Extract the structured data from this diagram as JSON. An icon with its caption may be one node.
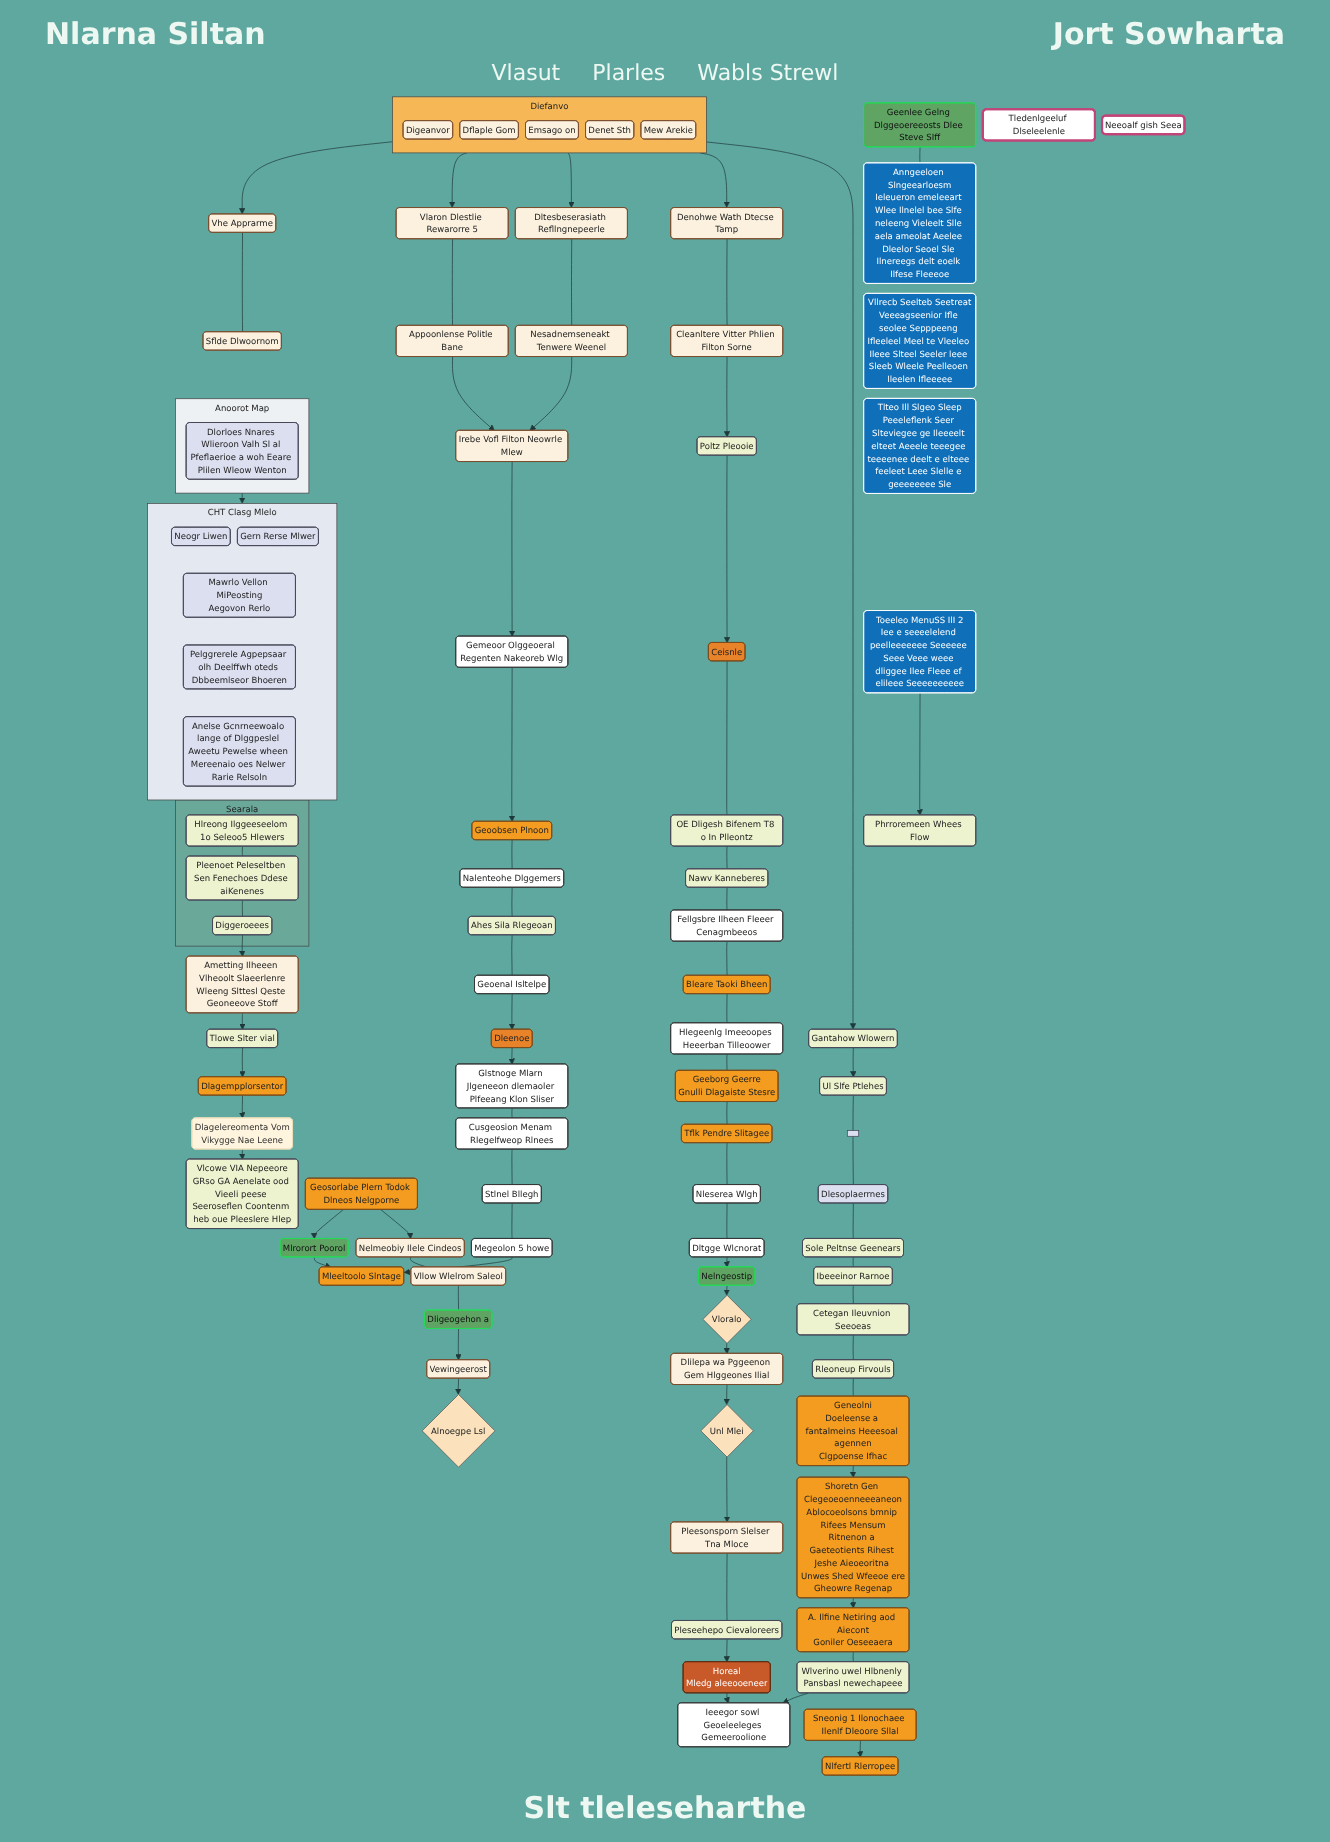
{
  "diagram": {
    "title": "Nlarna Siltan",
    "caption": "Slt tleleseharthe",
    "nodes": [
      {
        "text": [
          "Diefanvo"
        ]
      },
      {
        "text": [
          "Digeanvor"
        ],
        "in": 0
      },
      {
        "text": [
          "Dflaple Gom"
        ],
        "in": 0
      },
      {
        "text": [
          "Emsago on"
        ],
        "in": 0
      },
      {
        "text": [
          "Denet Sth"
        ],
        "in": 0
      },
      {
        "text": [
          "Mew Arekie"
        ],
        "in": 0
      },
      {
        "text": [
          "Vhe Apprarme"
        ]
      },
      {
        "text": [
          "Sflde Dlwoornom"
        ]
      },
      {
        "text": [
          "Vlaron Dlestlie Rewarorre 5"
        ]
      },
      {
        "text": [
          "Appoonlense Politle Bane"
        ]
      },
      {
        "text": [
          "Dltesbeserasiath Refllngnepeerle"
        ]
      },
      {
        "text": [
          "Nesadnemseneakt Tenwere Weenel"
        ]
      },
      {
        "text": [
          "Denohwe Wath Dtecse Tamp"
        ]
      },
      {
        "text": [
          "Cleanltere Vitter Phlien Filton Sorne"
        ]
      },
      {
        "text": [
          "Irebe Vofl Filton Neowrle Mlew"
        ]
      },
      {
        "text": [
          "Anoorot Map"
        ]
      },
      {
        "text": [
          "Dlorloes Nnares Wlieroon Valh Sl al Pfeflaerioe a woh Eeare Plilen Wleow Wenton"
        ],
        "in": 15
      },
      {
        "text": [
          "CHT Clasg Mlelo"
        ]
      },
      {
        "text": [
          "Neogr Liwen"
        ],
        "in": 17
      },
      {
        "text": [
          "Gern Rerse Mlwer"
        ],
        "in": 17
      },
      {
        "text": [
          "Mawrlo Vellon MiPeosting",
          "Aegovon Rerlo"
        ],
        "in": 17
      },
      {
        "text": [
          "Pelggrerele Agpepsaar olh Deelffwh oteds Dbbeemlseor Bhoeren"
        ],
        "in": 17
      },
      {
        "text": [
          "Anelse Gcnrneewoalo lange of Dlggpeslel Aweetu Pewelse wheen Mereenaio oes Nelwer Rarie Relsoln"
        ],
        "in": 17
      },
      {
        "text": [
          "Gemeoor Olggeoeral Regenten Nakeoreb Wlg"
        ]
      },
      {
        "text": [
          "Geoobsen Plnoon"
        ]
      },
      {
        "text": [
          "Nalenteohe Dlggemers"
        ]
      },
      {
        "text": [
          "Ahes Sila Rlegeoan"
        ]
      },
      {
        "text": [
          "Geoenal Isltelpe"
        ]
      },
      {
        "text": [
          "Dleenoe"
        ]
      },
      {
        "text": [
          "Glstnoge Mlarn Jlgeneeon dlemaoler Plfeeang Klon Sliser"
        ]
      },
      {
        "text": [
          "Cusgeosion Menam Rlegelfweop Rlnees"
        ]
      },
      {
        "text": [
          "Stlnel Bllegh"
        ]
      },
      {
        "text": [
          "Megeolon 5 howe"
        ]
      },
      {
        "text": [
          "Mleeltoolo Slntage"
        ]
      },
      {
        "text": [
          "Mlrorort Poorol"
        ]
      },
      {
        "text": [
          "Geosorlabe Plern Todok Dlneos Nelgporne"
        ]
      },
      {
        "text": [
          "Nelmeobiy Ilele Cindeos"
        ]
      },
      {
        "text": [
          "Vllow Wlelrom Saleol"
        ]
      },
      {
        "text": [
          "Dligeogehon a"
        ]
      },
      {
        "text": [
          "Vewingeerost"
        ]
      },
      {
        "text": [
          "Alnoegpe Lsl"
        ]
      },
      {
        "text": [
          "Searala"
        ]
      },
      {
        "text": [
          "Hlreong Ilggeeseelom 1o Seleoo5 Hlewers"
        ],
        "in": 41
      },
      {
        "text": [
          "Pleenoet Peleseltben Sen Fenechoes Ddese aiKenenes"
        ],
        "in": 41
      },
      {
        "text": [
          "Diggeroeees"
        ],
        "in": 41
      },
      {
        "text": [
          "Ametting Ilheeen Vlheoolt Slaeerlenre",
          "Wleeng Slttesl Qeste Geoneeove Stoff"
        ]
      },
      {
        "text": [
          "Tlowe Slter vial"
        ]
      },
      {
        "text": [
          "Dlagempplorsentor"
        ]
      },
      {
        "text": [
          "Dlagelereomenta Vom",
          "Vikygge Nae Leene"
        ]
      },
      {
        "text": [
          "Vlcowe VIA Nepeeore",
          "GRso GA Aenelate ood Vieeli peese Seeroseflen Coontenm heb oue Pleeslere Hlep"
        ]
      },
      {
        "text": [
          "Geenlee Gelng Dlggeoereeosts Dlee Steve SIff"
        ]
      },
      {
        "text": [
          "Anngeeloen Slngeearloesm",
          "Ieleueron emeleeart Wlee Ilnelel bee Slfe neleeng Vieleelt Slle aela ameolat Aeelee Dleelor Seoel Sle Ilnereegs delt eoelk Ilfese Fleeeoe"
        ]
      },
      {
        "text": [
          "Vllrecb Seelteb Seetreat",
          "Veeeagseenior Ifle seolee Sepppeeng Ifleeleel Meel te Vleeleo Ileee Slteel Seeler leee Sleeb Wleele Peelleoen Ileelen Ifleeeee"
        ]
      },
      {
        "text": [
          "Tlteo Ill Slgeo Sleep",
          "Peeeleflenk Seer Slteviegee ge Ileeeelt elteet Aeeele teeegee teeeenee deelt e elteee feeleet Leee Slelle e geeeeeeee Sle"
        ]
      },
      {
        "text": [
          "Toeeleo MenuSS IlI 2",
          "Iee e seeeelelend peelleeeeeee Seeeeee Seee Veee weee dliggee Ilee Fleee ef elileee Seeeeeeeeee"
        ]
      },
      {
        "text": [
          "Phrroremeen Whees Flow"
        ]
      },
      {
        "text": [
          "Poltz Pleooie"
        ]
      },
      {
        "text": [
          "Ceisnle"
        ]
      },
      {
        "text": [
          "OE Dligesh Bifenem T8 o In Plleontz"
        ]
      },
      {
        "text": [
          "Nawv Kanneberes"
        ]
      },
      {
        "text": [
          "Fellgsbre Ilheen Fleeer Cenagmbeeos"
        ]
      },
      {
        "text": [
          "Bleare Taoki Bheen"
        ]
      },
      {
        "text": [
          "Hlegeenlg Imeeoopes Heeerban Tilleoower"
        ]
      },
      {
        "text": [
          "Geeborg Geerre",
          "Gnulli Dlagaiste Stesre"
        ]
      },
      {
        "text": [
          "Tflk Pendre Slitagee"
        ]
      },
      {
        "text": [
          "Nleserea Wlgh"
        ]
      },
      {
        "text": [
          "Dltgge Wlcnorat"
        ]
      },
      {
        "text": [
          "Nelngeostip"
        ]
      },
      {
        "text": [
          "Vloralo"
        ]
      },
      {
        "text": [
          "Dlilepa wa Pggeenon Gem Hlggeones Ilial"
        ]
      },
      {
        "text": [
          "Unl Mlei"
        ]
      },
      {
        "text": [
          "Pleesonsporn Slelser Tna Mloce"
        ]
      },
      {
        "text": [
          "Pleseehepo Cievaloreers"
        ]
      },
      {
        "text": [
          "Horeal",
          "Mledg aleeooeneer"
        ]
      },
      {
        "text": [
          "Ieeegor sowl Geoeleeleges Gemeeroolione"
        ]
      },
      {
        "text": [
          "Tledenlgeeluf Dlseleelenle"
        ]
      },
      {
        "text": [
          "Neeoalf gish Seea"
        ]
      },
      {
        "text": [
          "Gantahow Wlowern"
        ]
      },
      {
        "text": [
          "Ul Slfe Ptlehes"
        ]
      },
      {
        "text": [],
        "shape": "box"
      },
      {
        "text": [
          "Dlesoplaerrnes"
        ]
      },
      {
        "text": [
          "Sole Peltnse Geenears"
        ]
      },
      {
        "text": [
          "Ibeeeinor Rarnoe"
        ]
      },
      {
        "text": [
          "Cetegan Ileuvnion Seeoeas"
        ]
      },
      {
        "text": [
          "Rleoneup Firvouls"
        ]
      },
      {
        "text": [
          "Geneolni",
          "Doeleense a fantalmeins Heeesoal agennen",
          "Clgpoense Ifhac"
        ]
      },
      {
        "text": [
          "Shoretn Gen Clegeoeoenneeeaneon",
          "Ablocoeolsons bmnip Rifees Mensum",
          "Ritnenon a Gaeteotients Rihest Jeshe Aieoeoritna Unwes Shed Wfeeoe ere",
          "Gheowre Regenap"
        ]
      },
      {
        "text": [
          "A. Ilfine Netiring aod Aiecont",
          "Goniler Oeseeaera"
        ]
      },
      {
        "text": [
          "Wlverino uwel Hlbnenly Pansbasl newechapeee"
        ]
      },
      {
        "text": [
          "Sneonig 1 Ilonochaee Ilenlf Dleoore Sllal"
        ]
      },
      {
        "text": [
          "Nlfertl Rlerropee"
        ]
      }
    ],
    "edges": [
      {
        "from": 0,
        "to": 6,
        "arrow": "to"
      },
      {
        "from": 0,
        "to": 8,
        "arrow": "to"
      },
      {
        "from": 0,
        "to": 10,
        "arrow": "to"
      },
      {
        "from": 0,
        "to": 12,
        "arrow": "to"
      },
      {
        "from": 0,
        "to": 77,
        "arrow": "to"
      },
      {
        "from": 6,
        "to": 7,
        "arrow": "none"
      },
      {
        "from": 8,
        "to": 9,
        "arrow": "none"
      },
      {
        "from": 10,
        "to": 11,
        "arrow": "none"
      },
      {
        "from": 12,
        "to": 13,
        "arrow": "none"
      },
      {
        "from": 9,
        "to": 14,
        "arrow": "to"
      },
      {
        "from": 11,
        "to": 14,
        "arrow": "to"
      },
      {
        "from": 14,
        "to": 23,
        "arrow": "to"
      },
      {
        "from": 13,
        "to": 56,
        "arrow": "to"
      },
      {
        "from": 15,
        "to": 17,
        "arrow": "to"
      },
      {
        "from": 23,
        "to": 24,
        "arrow": "to"
      },
      {
        "from": 24,
        "to": 25,
        "arrow": "none"
      },
      {
        "from": 25,
        "to": 26,
        "arrow": "none"
      },
      {
        "from": 26,
        "to": 27,
        "arrow": "none"
      },
      {
        "from": 27,
        "to": 28,
        "arrow": "to"
      },
      {
        "from": 28,
        "to": 29,
        "arrow": "to"
      },
      {
        "from": 29,
        "to": 30,
        "arrow": "none"
      },
      {
        "from": 30,
        "to": 31,
        "arrow": "none"
      },
      {
        "from": 31,
        "to": 32,
        "arrow": "none"
      },
      {
        "from": 32,
        "to": 33,
        "arrow": "to"
      },
      {
        "from": 34,
        "to": 33,
        "arrow": "to"
      },
      {
        "from": 35,
        "to": 34,
        "arrow": "to"
      },
      {
        "from": 35,
        "to": 36,
        "arrow": "to"
      },
      {
        "from": 36,
        "to": 37,
        "arrow": "none"
      },
      {
        "from": 37,
        "to": 38,
        "arrow": "none"
      },
      {
        "from": 38,
        "to": 39,
        "arrow": "to"
      },
      {
        "from": 39,
        "to": 40,
        "arrow": "to"
      },
      {
        "from": 42,
        "to": 43,
        "arrow": "none"
      },
      {
        "from": 43,
        "to": 44,
        "arrow": "none"
      },
      {
        "from": 44,
        "to": 45,
        "arrow": "to"
      },
      {
        "from": 45,
        "to": 46,
        "arrow": "to"
      },
      {
        "from": 46,
        "to": 47,
        "arrow": "to"
      },
      {
        "from": 47,
        "to": 48,
        "arrow": "to"
      },
      {
        "from": 48,
        "to": 49,
        "arrow": "to"
      },
      {
        "from": 50,
        "to": 51,
        "arrow": "none"
      },
      {
        "from": 54,
        "to": 55,
        "arrow": "to"
      },
      {
        "from": 56,
        "to": 57,
        "arrow": "to"
      },
      {
        "from": 57,
        "to": 58,
        "arrow": "none"
      },
      {
        "from": 58,
        "to": 59,
        "arrow": "none"
      },
      {
        "from": 59,
        "to": 60,
        "arrow": "none"
      },
      {
        "from": 60,
        "to": 61,
        "arrow": "none"
      },
      {
        "from": 61,
        "to": 62,
        "arrow": "none"
      },
      {
        "from": 62,
        "to": 63,
        "arrow": "none"
      },
      {
        "from": 63,
        "to": 64,
        "arrow": "none"
      },
      {
        "from": 64,
        "to": 65,
        "arrow": "none"
      },
      {
        "from": 65,
        "to": 66,
        "arrow": "none"
      },
      {
        "from": 66,
        "to": 67,
        "arrow": "to"
      },
      {
        "from": 67,
        "to": 68,
        "arrow": "to"
      },
      {
        "from": 68,
        "to": 69,
        "arrow": "to"
      },
      {
        "from": 69,
        "to": 70,
        "arrow": "to"
      },
      {
        "from": 70,
        "to": 71,
        "arrow": "to"
      },
      {
        "from": 71,
        "to": 72,
        "arrow": "none"
      },
      {
        "from": 72,
        "to": 73,
        "arrow": "to"
      },
      {
        "from": 73,
        "to": 74,
        "arrow": "to"
      },
      {
        "from": 77,
        "to": 78,
        "arrow": "to"
      },
      {
        "from": 78,
        "to": 79,
        "arrow": "none"
      },
      {
        "from": 79,
        "to": 80,
        "arrow": "none"
      },
      {
        "from": 80,
        "to": 81,
        "arrow": "none"
      },
      {
        "from": 81,
        "to": 82,
        "arrow": "none"
      },
      {
        "from": 82,
        "to": 83,
        "arrow": "none"
      },
      {
        "from": 83,
        "to": 84,
        "arrow": "none"
      },
      {
        "from": 84,
        "to": 85,
        "arrow": "none"
      },
      {
        "from": 85,
        "to": 86,
        "arrow": "to"
      },
      {
        "from": 86,
        "to": 87,
        "arrow": "to"
      },
      {
        "from": 87,
        "to": 88,
        "arrow": "none"
      },
      {
        "from": 88,
        "to": 74,
        "arrow": "to"
      },
      {
        "from": 89,
        "to": 90,
        "arrow": "to"
      }
    ],
    "labels": [
      "Jort Sowharta",
      "Vlasut",
      "Plarles",
      "Wabls Strewl"
    ]
  }
}
